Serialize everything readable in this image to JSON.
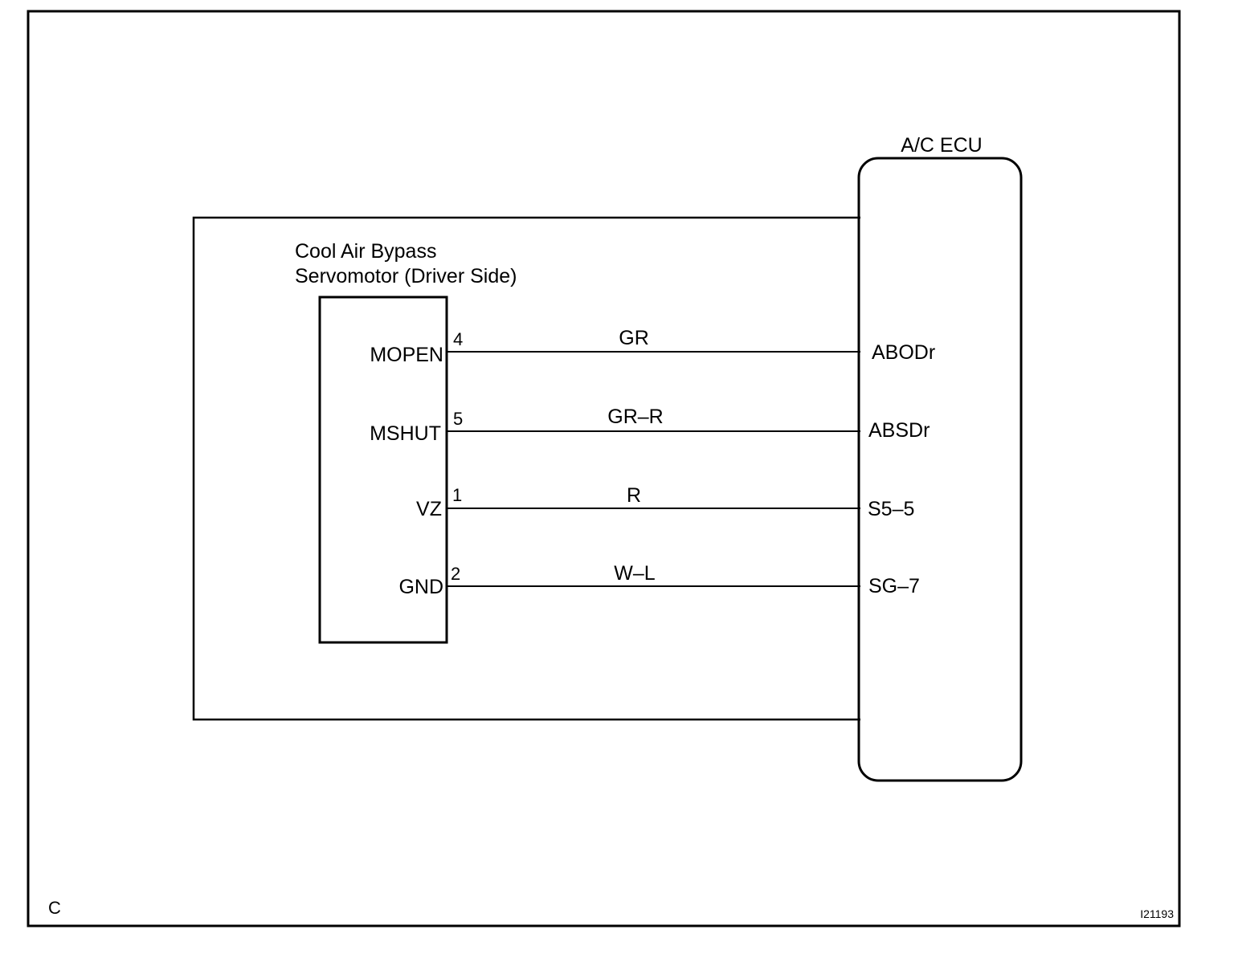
{
  "ecu": {
    "title": "A/C ECU"
  },
  "component": {
    "line1": "Cool Air Bypass",
    "line2": "Servomotor (Driver Side)"
  },
  "wires": [
    {
      "terminal": "MOPEN",
      "pin": "4",
      "color": "GR",
      "ecu_terminal": "ABODr"
    },
    {
      "terminal": "MSHUT",
      "pin": "5",
      "color": "GR–R",
      "ecu_terminal": "ABSDr"
    },
    {
      "terminal": "VZ",
      "pin": "1",
      "color": "R",
      "ecu_terminal": "S5–5"
    },
    {
      "terminal": "GND",
      "pin": "2",
      "color": "W–L",
      "ecu_terminal": "SG–7"
    }
  ],
  "footer": {
    "corner_letter": "C",
    "figure_code": "I21193"
  }
}
